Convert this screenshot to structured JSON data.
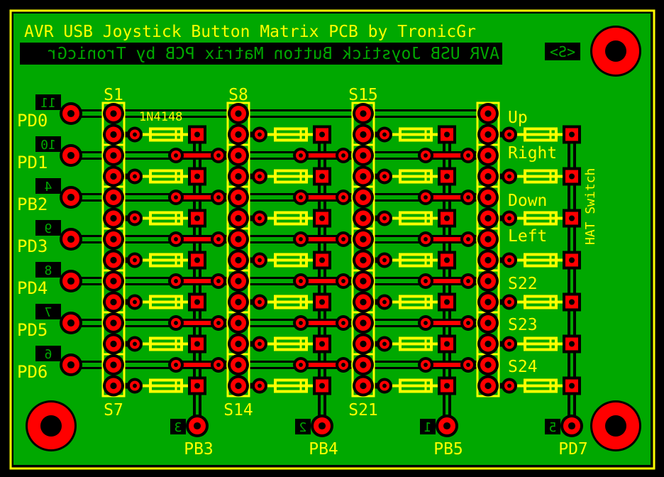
{
  "title": "AVR USB Joystick Button Matrix PCB by TronicGr",
  "mirrored_title": "AVR USB Joystick Button Matrix PCB by TronicGr",
  "side_marker": "<S>",
  "diode_label": "1N4148",
  "switch_labels_top": [
    "S1",
    "S8",
    "S15"
  ],
  "switch_labels_bottom": [
    "S7",
    "S14",
    "S21"
  ],
  "row_ports": [
    {
      "label": "PD0",
      "pin": "11"
    },
    {
      "label": "PD1",
      "pin": "10"
    },
    {
      "label": "PB2",
      "pin": "4"
    },
    {
      "label": "PD3",
      "pin": "9"
    },
    {
      "label": "PD4",
      "pin": "8"
    },
    {
      "label": "PD5",
      "pin": "7"
    },
    {
      "label": "PD6",
      "pin": "6"
    }
  ],
  "column_ports": [
    {
      "label": "PB3",
      "pin": "3"
    },
    {
      "label": "PB4",
      "pin": "2"
    },
    {
      "label": "PB5",
      "pin": "1"
    },
    {
      "label": "PD7",
      "pin": "5"
    }
  ],
  "hat_labels": [
    "Up",
    "Right",
    "Down",
    "Left",
    "S22",
    "S23",
    "S24"
  ],
  "hat_title": "HAT Switch",
  "colors": {
    "board": "#00a800",
    "silk": "#ffff00",
    "copper": "#ff0000",
    "trace": "#000000"
  }
}
